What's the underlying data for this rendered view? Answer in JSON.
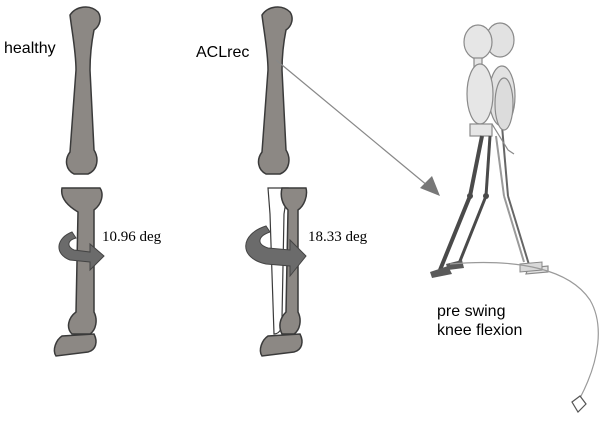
{
  "labels": {
    "healthy": "healthy",
    "aclrec": "ACLrec",
    "rotation_healthy": "10.96 deg",
    "rotation_aclrec": "18.33 deg",
    "phase_line1": "pre swing",
    "phase_line2": "knee flexion"
  },
  "colors": {
    "bone_fill": "#8c8884",
    "bone_stroke": "#3a3a3a",
    "arrow_fill": "#6b6b6b",
    "skeleton_light": "#e2e2e2",
    "skeleton_dark": "#505050"
  }
}
